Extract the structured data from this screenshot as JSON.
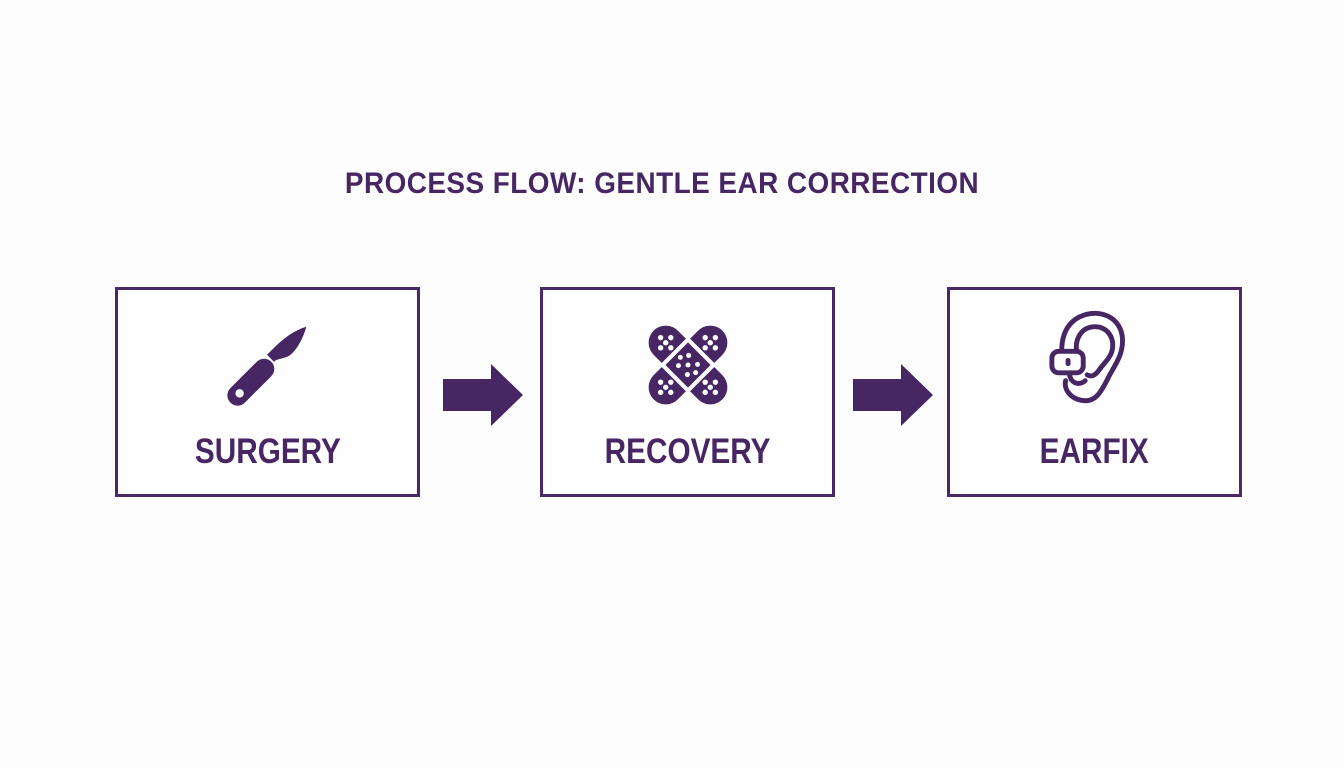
{
  "page": {
    "background_color": "#fdfdfd",
    "accent_color": "#472763",
    "box_border_color": "#4a2a66"
  },
  "title": "PROCESS FLOW: GENTLE EAR CORRECTION",
  "steps": [
    {
      "label": "SURGERY",
      "icon": "scalpel-icon"
    },
    {
      "label": "RECOVERY",
      "icon": "crossed-bandages-icon"
    },
    {
      "label": "EARFIX",
      "icon": "ear-hearing-aid-icon"
    }
  ],
  "connectors": [
    {
      "type": "arrow-right"
    },
    {
      "type": "arrow-right"
    }
  ]
}
